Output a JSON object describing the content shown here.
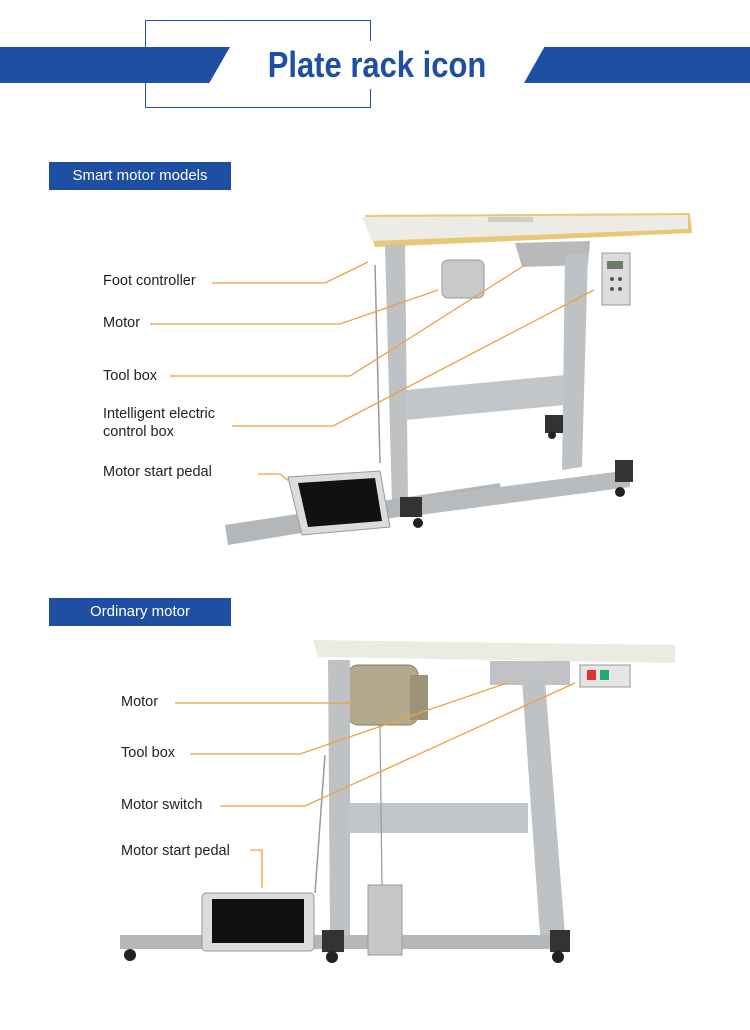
{
  "header": {
    "title": "Plate rack icon"
  },
  "sections": [
    {
      "label": "Smart motor models",
      "callouts": [
        "Foot controller",
        "Motor",
        "Tool box",
        "Intelligent electric",
        "control box",
        "Motor start pedal"
      ]
    },
    {
      "label": "Ordinary motor",
      "callouts": [
        "Motor",
        "Tool box",
        "Motor switch",
        "Motor start pedal"
      ]
    }
  ],
  "colors": {
    "brand_blue": "#1e4fa3",
    "callout_line": "#f0a040",
    "frame_gray": "#b9bcbf",
    "tabletop": "#e8e6df",
    "table_edge": "#e6c878"
  }
}
